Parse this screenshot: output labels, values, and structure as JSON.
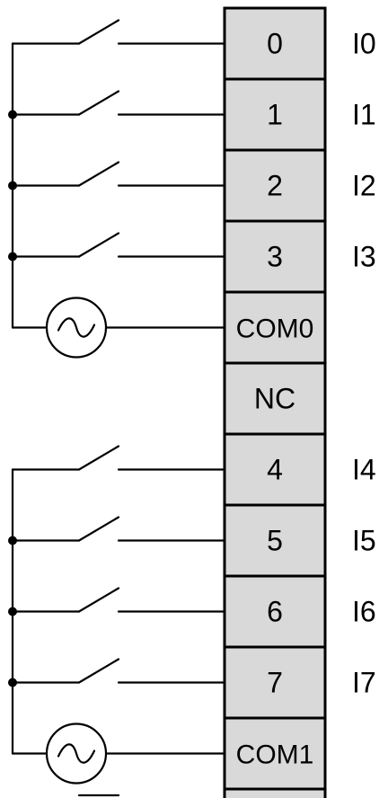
{
  "terminals": [
    {
      "label": "0",
      "input": "I0"
    },
    {
      "label": "1",
      "input": "I1"
    },
    {
      "label": "2",
      "input": "I2"
    },
    {
      "label": "3",
      "input": "I3"
    },
    {
      "label": "COM0",
      "input": ""
    },
    {
      "label": "NC",
      "input": ""
    },
    {
      "label": "4",
      "input": "I4"
    },
    {
      "label": "5",
      "input": "I5"
    },
    {
      "label": "6",
      "input": "I6"
    },
    {
      "label": "7",
      "input": "I7"
    },
    {
      "label": "COM1",
      "input": ""
    }
  ],
  "groups": [
    {
      "switch_terminals": [
        0,
        1,
        2,
        3
      ],
      "common_terminal": 4
    },
    {
      "switch_terminals": [
        6,
        7,
        8,
        9
      ],
      "common_terminal": 10
    }
  ],
  "colors": {
    "terminal_fill": "#d9d9d9",
    "line": "#000000"
  }
}
